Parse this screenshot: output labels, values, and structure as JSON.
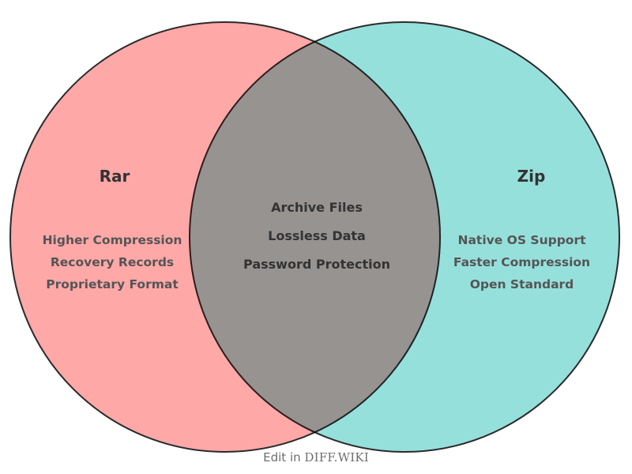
{
  "diagram": {
    "type": "venn",
    "background_color": "#ffffff",
    "stroke_color": "#2b2b2b",
    "left": {
      "title": "Rar",
      "fill_color": "#ffa8a8",
      "items": [
        "Higher Compression",
        "Recovery Records",
        "Proprietary Format"
      ]
    },
    "right": {
      "title": "Zip",
      "fill_color": "#96e0dc",
      "items": [
        "Native OS Support",
        "Faster Compression",
        "Open Standard"
      ]
    },
    "intersection": {
      "fill_color": "#c2a0a0",
      "items": [
        "Archive Files",
        "Lossless Data",
        "Password Protection"
      ]
    }
  },
  "footer": {
    "prefix": "Edit in ",
    "brand": "DIFF.WIKI",
    "text_color": "#6e6e6e"
  }
}
